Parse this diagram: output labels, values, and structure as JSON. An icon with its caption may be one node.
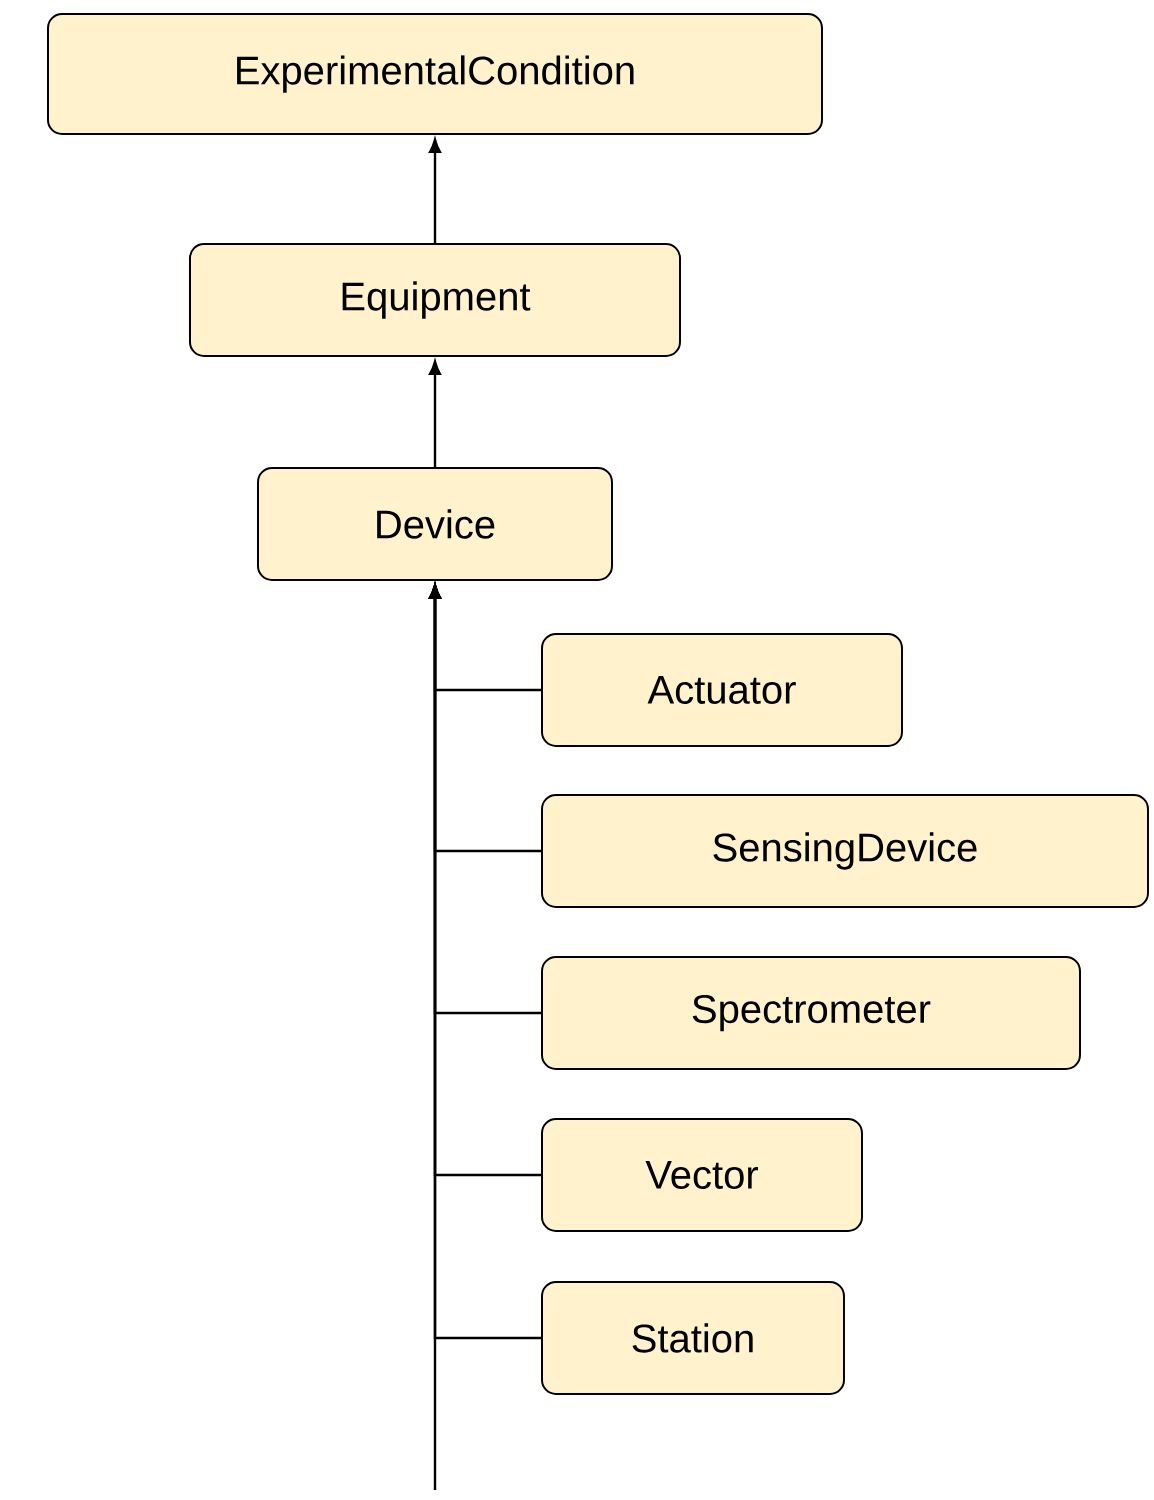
{
  "diagram": {
    "nodes": [
      {
        "text": [
          "ExperimentalCondition"
        ]
      },
      {
        "text": [
          "Equipment"
        ]
      },
      {
        "text": [
          "Device"
        ]
      },
      {
        "text": [
          "Actuator"
        ]
      },
      {
        "text": [
          "SensingDevice"
        ]
      },
      {
        "text": [
          "Spectrometer"
        ]
      },
      {
        "text": [
          "Vector"
        ]
      },
      {
        "text": [
          "Station"
        ]
      }
    ],
    "edges": [
      {
        "from": 1,
        "to": 0,
        "arrow": "to"
      },
      {
        "from": 2,
        "to": 1,
        "arrow": "to"
      },
      {
        "from": 3,
        "to": 2,
        "arrow": "to"
      },
      {
        "from": 4,
        "to": 2,
        "arrow": "to"
      },
      {
        "from": 5,
        "to": 2,
        "arrow": "to"
      },
      {
        "from": 6,
        "to": 2,
        "arrow": "to"
      },
      {
        "from": 7,
        "to": 2,
        "arrow": "to"
      },
      {
        "from": null,
        "to": 2,
        "arrow": "to"
      }
    ]
  }
}
